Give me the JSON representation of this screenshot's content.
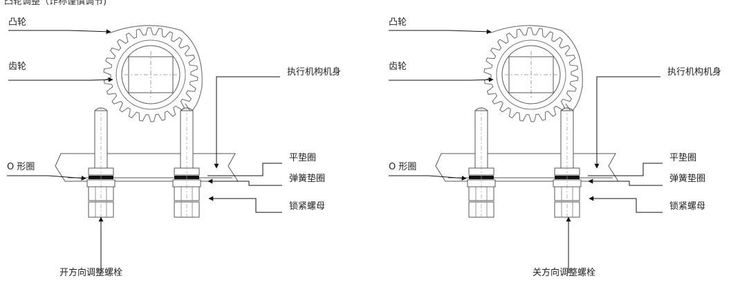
{
  "header": {
    "partial_text": "凸轮调整（诈称谨慎调节)"
  },
  "diagrams": [
    {
      "id": "open",
      "labels": {
        "cam": "凸轮",
        "gear": "齿轮",
        "actuator_body": "执行机构机身",
        "o_ring": "O 形圈",
        "flat_washer": "平垫圈",
        "spring_washer": "弹簧垫圈",
        "lock_nut": "锁紧螺母",
        "adjust_bolt": "开方向调整螺栓"
      }
    },
    {
      "id": "close",
      "labels": {
        "cam": "凸轮",
        "gear": "齿轮",
        "actuator_body": "执行机构机身",
        "o_ring": "O 形圈",
        "flat_washer": "平垫圈",
        "spring_washer": "弹簧垫圈",
        "lock_nut": "锁紧螺母",
        "adjust_bolt": "关方向调整螺栓"
      }
    }
  ]
}
